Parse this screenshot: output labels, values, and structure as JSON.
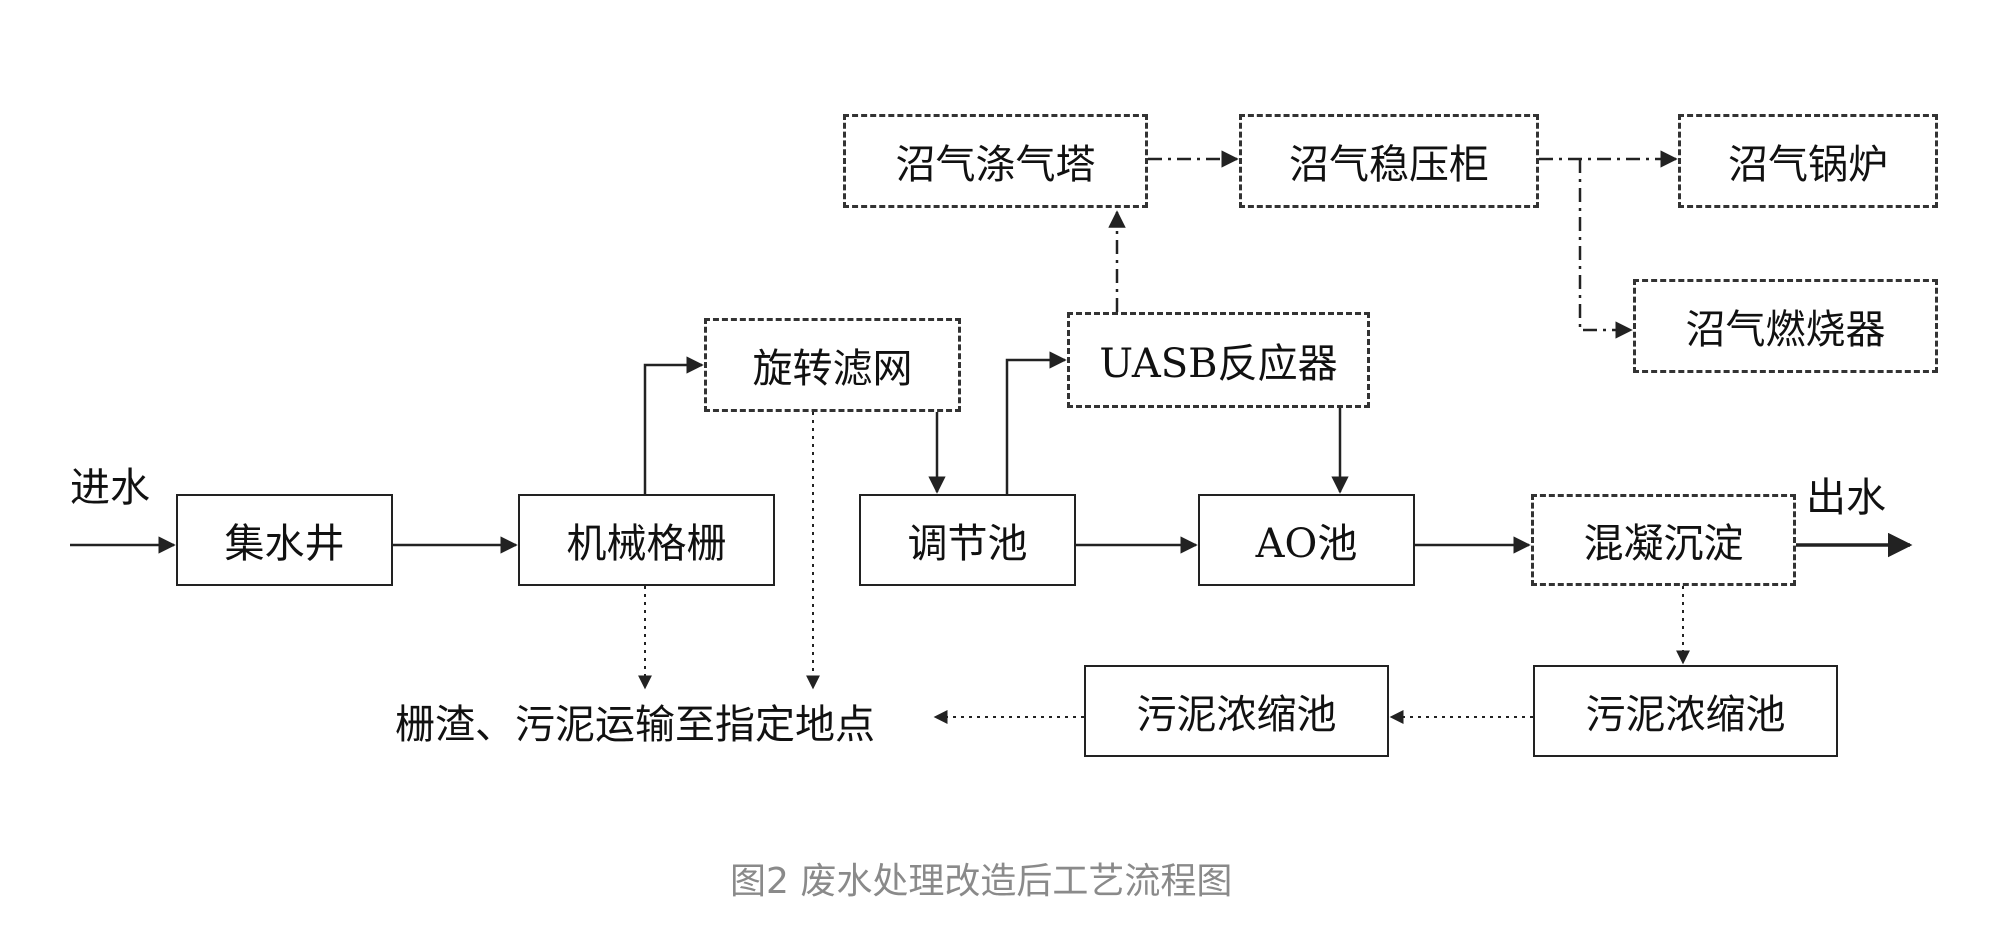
{
  "nodes": {
    "biogas_scrubber": "沼气涤气塔",
    "biogas_holder": "沼气稳压柜",
    "biogas_boiler": "沼气锅炉",
    "biogas_burner": "沼气燃烧器",
    "rotary_screen": "旋转滤网",
    "uasb_reactor": "UASB反应器",
    "collection_well": "集水井",
    "mechanical_grille": "机械格栅",
    "adjustment_tank": "调节池",
    "ao_tank": "AO池",
    "coag_sedimentation": "混凝沉淀",
    "sludge_thickener_1": "污泥浓缩池",
    "sludge_thickener_2": "污泥浓缩池"
  },
  "labels": {
    "water_in": "进水",
    "water_out": "出水",
    "disposal": "栅渣、污泥运输至指定地点"
  },
  "caption": "图2 废水处理改造后工艺流程图",
  "colors": {
    "line": "#222222",
    "caption": "#8a8a8a",
    "background": "#ffffff"
  }
}
